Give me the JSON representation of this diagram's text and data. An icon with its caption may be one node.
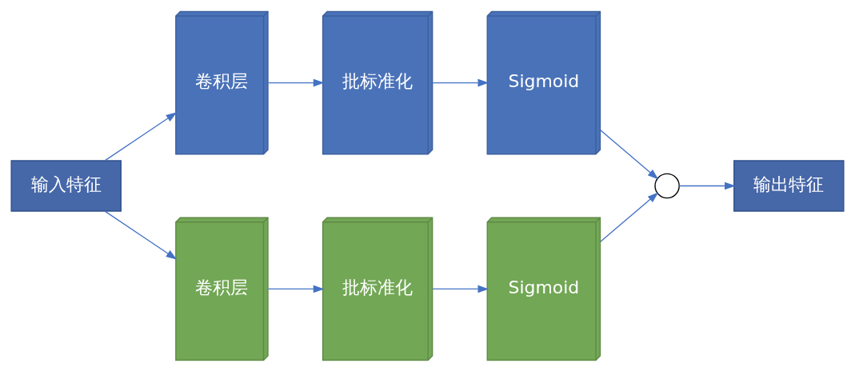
{
  "diagram": {
    "nodes": [
      {
        "text": [
          "输入特征"
        ]
      },
      {
        "text": [
          "卷积层"
        ]
      },
      {
        "text": [
          "批标准化"
        ]
      },
      {
        "text": [
          "Sigmoid"
        ]
      },
      {
        "text": [
          "卷积层"
        ]
      },
      {
        "text": [
          "批标准化"
        ]
      },
      {
        "text": [
          "Sigmoid"
        ]
      },
      {
        "text": [],
        "shape": "circle"
      },
      {
        "text": [
          "输出特征"
        ]
      }
    ],
    "edges": [
      {
        "from": 0,
        "to": 1,
        "arrow": "to"
      },
      {
        "from": 1,
        "to": 2,
        "arrow": "to"
      },
      {
        "from": 2,
        "to": 3,
        "arrow": "to"
      },
      {
        "from": 0,
        "to": 4,
        "arrow": "to"
      },
      {
        "from": 4,
        "to": 5,
        "arrow": "to"
      },
      {
        "from": 5,
        "to": 6,
        "arrow": "to"
      },
      {
        "from": 3,
        "to": 7,
        "arrow": "to"
      },
      {
        "from": 6,
        "to": 7,
        "arrow": "to"
      },
      {
        "from": 7,
        "to": 8,
        "arrow": "to"
      }
    ]
  }
}
